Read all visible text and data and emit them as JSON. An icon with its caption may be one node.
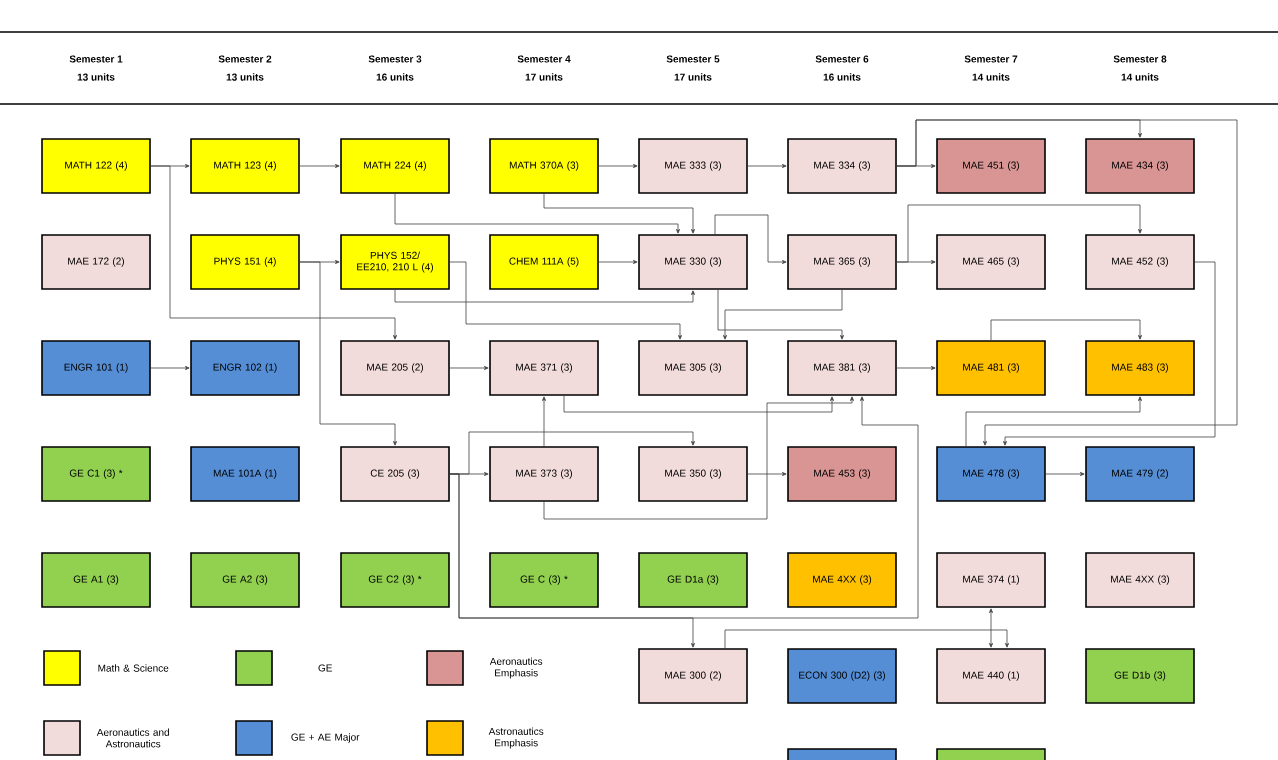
{
  "diagram": {
    "nodes": [
      {
        "text": [
          "MATH 122 (4)"
        ]
      },
      {
        "text": [
          "MATH 123 (4)"
        ]
      },
      {
        "text": [
          "MATH 224 (4)"
        ]
      },
      {
        "text": [
          "MATH 370A (3)"
        ]
      },
      {
        "text": [
          "MAE 333 (3)"
        ]
      },
      {
        "text": [
          "MAE 334 (3)"
        ]
      },
      {
        "text": [
          "MAE 451 (3)"
        ]
      },
      {
        "text": [
          "MAE 434 (3)"
        ]
      },
      {
        "text": [
          "MAE 172 (2)"
        ]
      },
      {
        "text": [
          "PHYS 151 (4)"
        ]
      },
      {
        "text": [
          "PHYS 152/ EE210, 210 L (4)"
        ]
      },
      {
        "text": [
          "CHEM 111A (5)"
        ]
      },
      {
        "text": [
          "MAE 330 (3)"
        ]
      },
      {
        "text": [
          "MAE 365 (3)"
        ]
      },
      {
        "text": [
          "MAE 465 (3)"
        ]
      },
      {
        "text": [
          "MAE 452 (3)"
        ]
      },
      {
        "text": [
          "ENGR 101 (1)"
        ]
      },
      {
        "text": [
          "ENGR 102 (1)"
        ]
      },
      {
        "text": [
          "MAE 205 (2)"
        ]
      },
      {
        "text": [
          "MAE 371 (3)"
        ]
      },
      {
        "text": [
          "MAE 305 (3)"
        ]
      },
      {
        "text": [
          "MAE 381 (3)"
        ]
      },
      {
        "text": [
          "MAE 481 (3)"
        ]
      },
      {
        "text": [
          "MAE 483 (3)"
        ]
      },
      {
        "text": [
          "GE C1 (3) *"
        ]
      },
      {
        "text": [
          "MAE 101A (1)"
        ]
      },
      {
        "text": [
          "CE 205 (3)"
        ]
      },
      {
        "text": [
          "MAE 373 (3)"
        ]
      },
      {
        "text": [
          "MAE 350 (3)"
        ]
      },
      {
        "text": [
          "MAE 453 (3)"
        ]
      },
      {
        "text": [
          "MAE 478 (3)"
        ]
      },
      {
        "text": [
          "MAE 479 (2)"
        ]
      },
      {
        "text": [
          "GE A1 (3)"
        ]
      },
      {
        "text": [
          "GE A2 (3)"
        ]
      },
      {
        "text": [
          "GE C2 (3) *"
        ]
      },
      {
        "text": [
          "GE C (3) *"
        ]
      },
      {
        "text": [
          "GE D1a (3)"
        ]
      },
      {
        "text": [
          "MAE 4XX (3)"
        ]
      },
      {
        "text": [
          "MAE 374 (1)"
        ]
      },
      {
        "text": [
          "MAE 4XX (3)"
        ]
      },
      {
        "text": [
          "MAE 300 (2)"
        ]
      },
      {
        "text": [
          "ECON 300 (D2) (3)"
        ]
      },
      {
        "text": [
          "MAE 440 (1)"
        ]
      },
      {
        "text": [
          "GE D1b (3)"
        ]
      },
      {
        "text": [],
        "shape": "box"
      },
      {
        "text": [],
        "shape": "box"
      }
    ],
    "edges": [
      {
        "from": 0,
        "to": 1,
        "arrow": "to"
      },
      {
        "from": 1,
        "to": 2,
        "arrow": "to"
      },
      {
        "from": 9,
        "to": 10,
        "arrow": "to"
      },
      {
        "from": 16,
        "to": 17,
        "arrow": "to"
      },
      {
        "from": 3,
        "to": 4,
        "arrow": "to"
      },
      {
        "from": 4,
        "to": 5,
        "arrow": "to"
      },
      {
        "from": 5,
        "to": 6,
        "arrow": "to"
      },
      {
        "from": 11,
        "to": 12,
        "arrow": "to"
      },
      {
        "from": 13,
        "to": 14,
        "arrow": "to"
      },
      {
        "from": 21,
        "to": 22,
        "arrow": "to"
      },
      {
        "from": 30,
        "to": 31,
        "arrow": "to"
      },
      {
        "from": 28,
        "to": 29,
        "arrow": "to"
      },
      {
        "from": 26,
        "to": 27,
        "arrow": "to"
      },
      {
        "from": 18,
        "to": 19,
        "arrow": "to"
      },
      {
        "from": 0,
        "to": 18,
        "arrow": "to"
      },
      {
        "from": 9,
        "to": 26,
        "arrow": "to"
      },
      {
        "from": 10,
        "to": 12,
        "arrow": "to"
      },
      {
        "from": 2,
        "to": 12,
        "arrow": "to"
      },
      {
        "from": 3,
        "to": 12,
        "arrow": "to"
      },
      {
        "from": 27,
        "to": 19,
        "arrow": "to"
      },
      {
        "from": 19,
        "to": 21,
        "arrow": "to"
      },
      {
        "from": 26,
        "to": 28,
        "arrow": "to"
      },
      {
        "from": 27,
        "to": 21,
        "arrow": "to"
      },
      {
        "from": 26,
        "to": 40,
        "arrow": "to"
      },
      {
        "from": 26,
        "to": 21,
        "arrow": "to"
      },
      {
        "from": 40,
        "to": 42,
        "arrow": "to"
      },
      {
        "from": 38,
        "to": 42,
        "arrow": "both"
      },
      {
        "from": 5,
        "to": 7,
        "arrow": "to"
      },
      {
        "from": 5,
        "to": 30,
        "arrow": "to"
      },
      {
        "from": 13,
        "to": 15,
        "arrow": "to"
      },
      {
        "from": 22,
        "to": 23,
        "arrow": "to"
      },
      {
        "from": 15,
        "to": 30,
        "arrow": "to"
      },
      {
        "from": 30,
        "to": 23,
        "arrow": "to"
      },
      {
        "from": 12,
        "to": 13,
        "arrow": "to"
      },
      {
        "from": 10,
        "to": 20,
        "arrow": "to"
      },
      {
        "from": 13,
        "to": 20,
        "arrow": "to"
      },
      {
        "from": 12,
        "to": 21,
        "arrow": "to"
      }
    ],
    "labels": [
      "Semester 1",
      "13 units",
      "Semester 2",
      "13 units",
      "Semester 3",
      "16 units",
      "Semester 4",
      "17 units",
      "Semester 5",
      "17 units",
      "Semester 6",
      "16 units",
      "Semester 7",
      "14 units",
      "Semester 8",
      "14 units"
    ],
    "legend": [
      {
        "text": "Math & Science",
        "color": "#ffff00"
      },
      {
        "text": "GE",
        "color": "#92d050"
      },
      {
        "text": "Aeronautics Emphasis",
        "color": "#d99594"
      },
      {
        "text": "Aeronautics and Astronautics",
        "color": "#f2dcdb"
      },
      {
        "text": "GE + AE Major",
        "color": "#558ed5"
      },
      {
        "text": "Astronautics Emphasis",
        "color": "#ffc000"
      }
    ]
  }
}
